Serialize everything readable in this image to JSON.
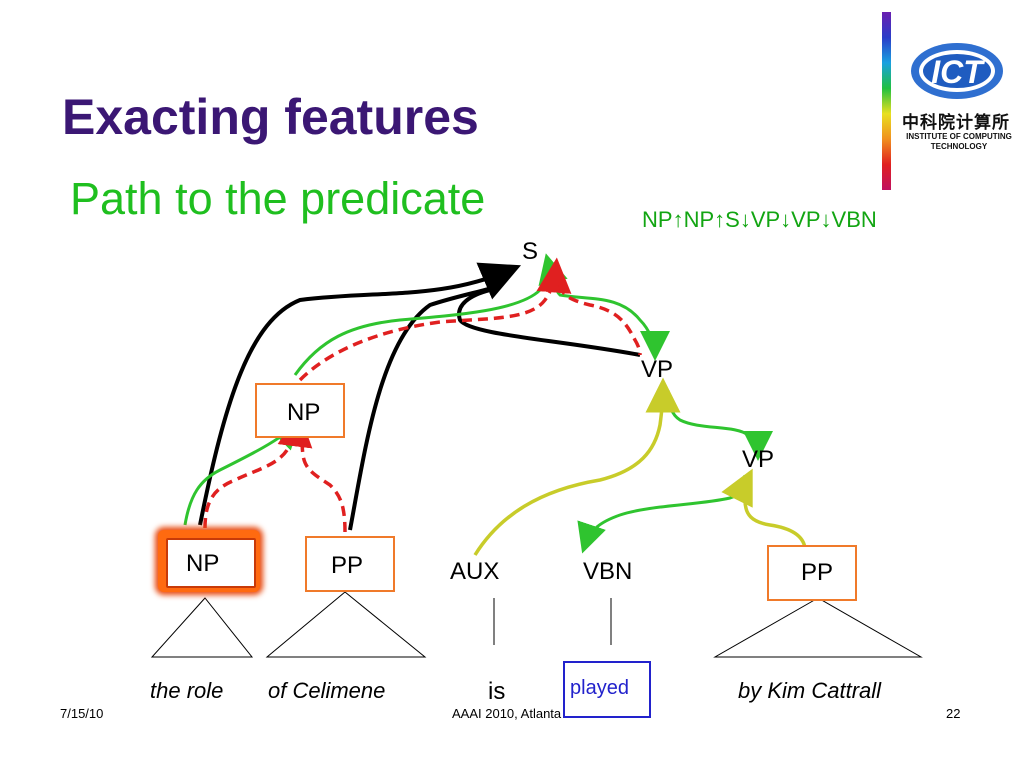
{
  "title": "Exacting features",
  "subtitle": "Path to the predicate",
  "path": [
    "NP",
    "NP",
    "S",
    "VP",
    "VP",
    "VBN"
  ],
  "path_arrows": [
    "↑",
    "↑",
    "↓",
    "↓",
    "↓"
  ],
  "nodes": {
    "s": "S",
    "vp_top": "VP",
    "np_mid": "NP",
    "vp_mid": "VP",
    "np_leaf": "NP",
    "pp_leaf": "PP",
    "aux": "AUX",
    "vbn": "VBN",
    "pp_right": "PP"
  },
  "words": {
    "the_role": "the role",
    "of_celimene": "of Celimene",
    "is": "is",
    "played": "played",
    "by_kim_cattrall": "by Kim Cattrall"
  },
  "logo": {
    "abbr": "ICT",
    "chinese": "中科院计算所",
    "line1": "INSTITUTE OF COMPUTING",
    "line2": "TECHNOLOGY"
  },
  "footer": {
    "date": "7/15/10",
    "venue": "AAAI 2010, Atlanta",
    "page": "22"
  },
  "colors": {
    "title": "#3b1774",
    "subtitle": "#1fbf1f",
    "green_path": "#2fc42f",
    "red_path": "#e02020",
    "yellow_path": "#c8cc2a",
    "orange_box": "#f07a2a",
    "blue_box": "#2222cc"
  }
}
